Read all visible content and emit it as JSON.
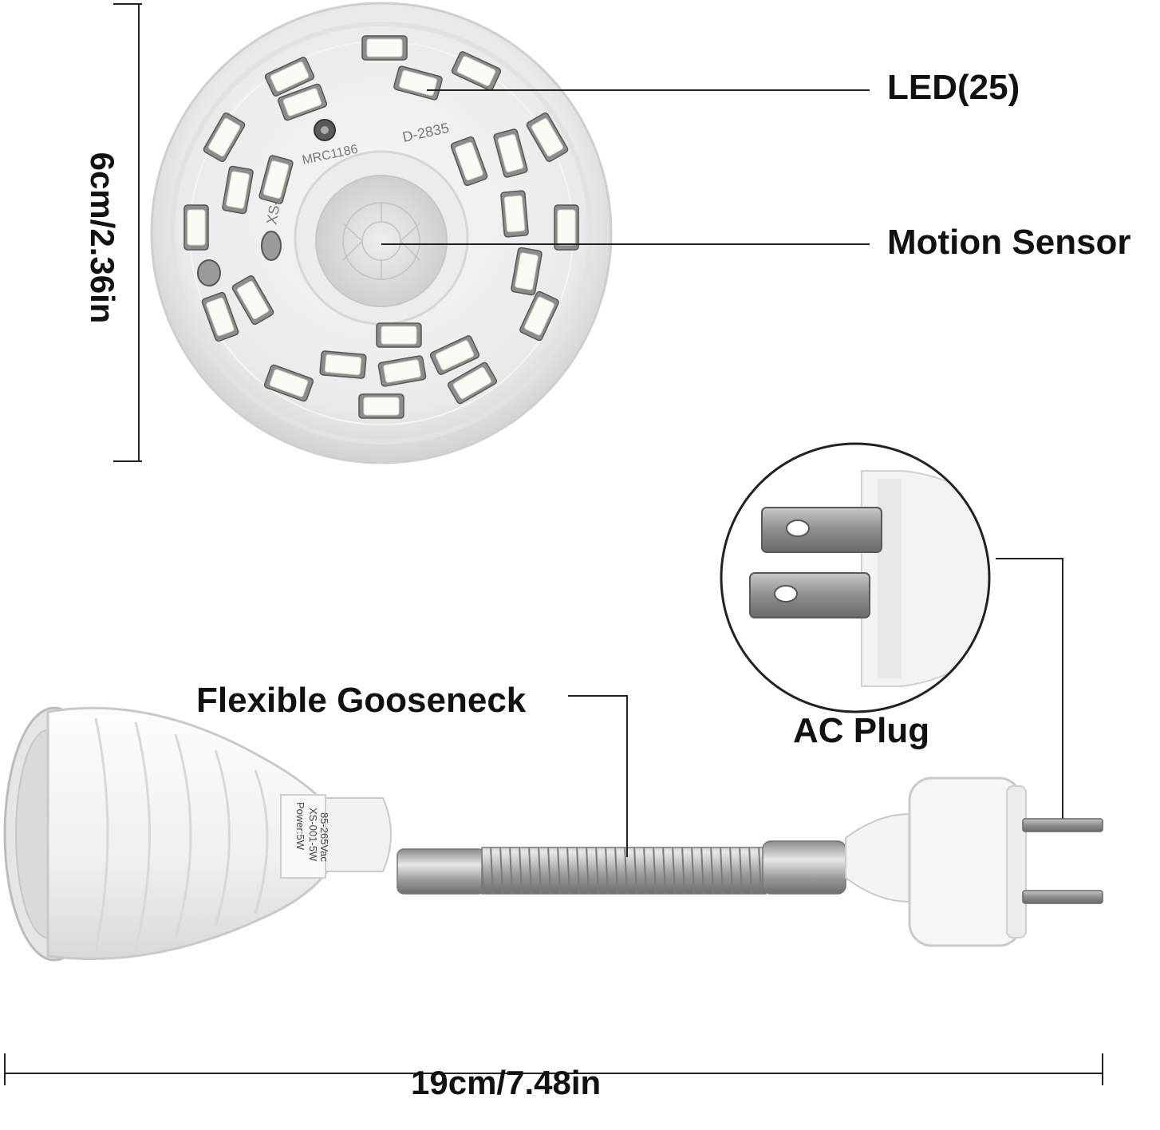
{
  "labels": {
    "led": "LED(25)",
    "motion_sensor": "Motion Sensor",
    "gooseneck": "Flexible Gooseneck",
    "ac_plug": "AC Plug",
    "width": "19cm/7.48in",
    "height": "6cm/2.36in"
  },
  "product_text": {
    "pcb_model": "MRC1186",
    "pcb_code": "XS-",
    "pcb_led_type": "D-2835",
    "power": "Power:5W",
    "model": "XS-001-5W",
    "voltage": "85-265Vac"
  },
  "colors": {
    "line": "#222222",
    "housing": "#f4f4f4",
    "led_chip": "#fbfbf6",
    "metal": "#b8b8b8"
  }
}
